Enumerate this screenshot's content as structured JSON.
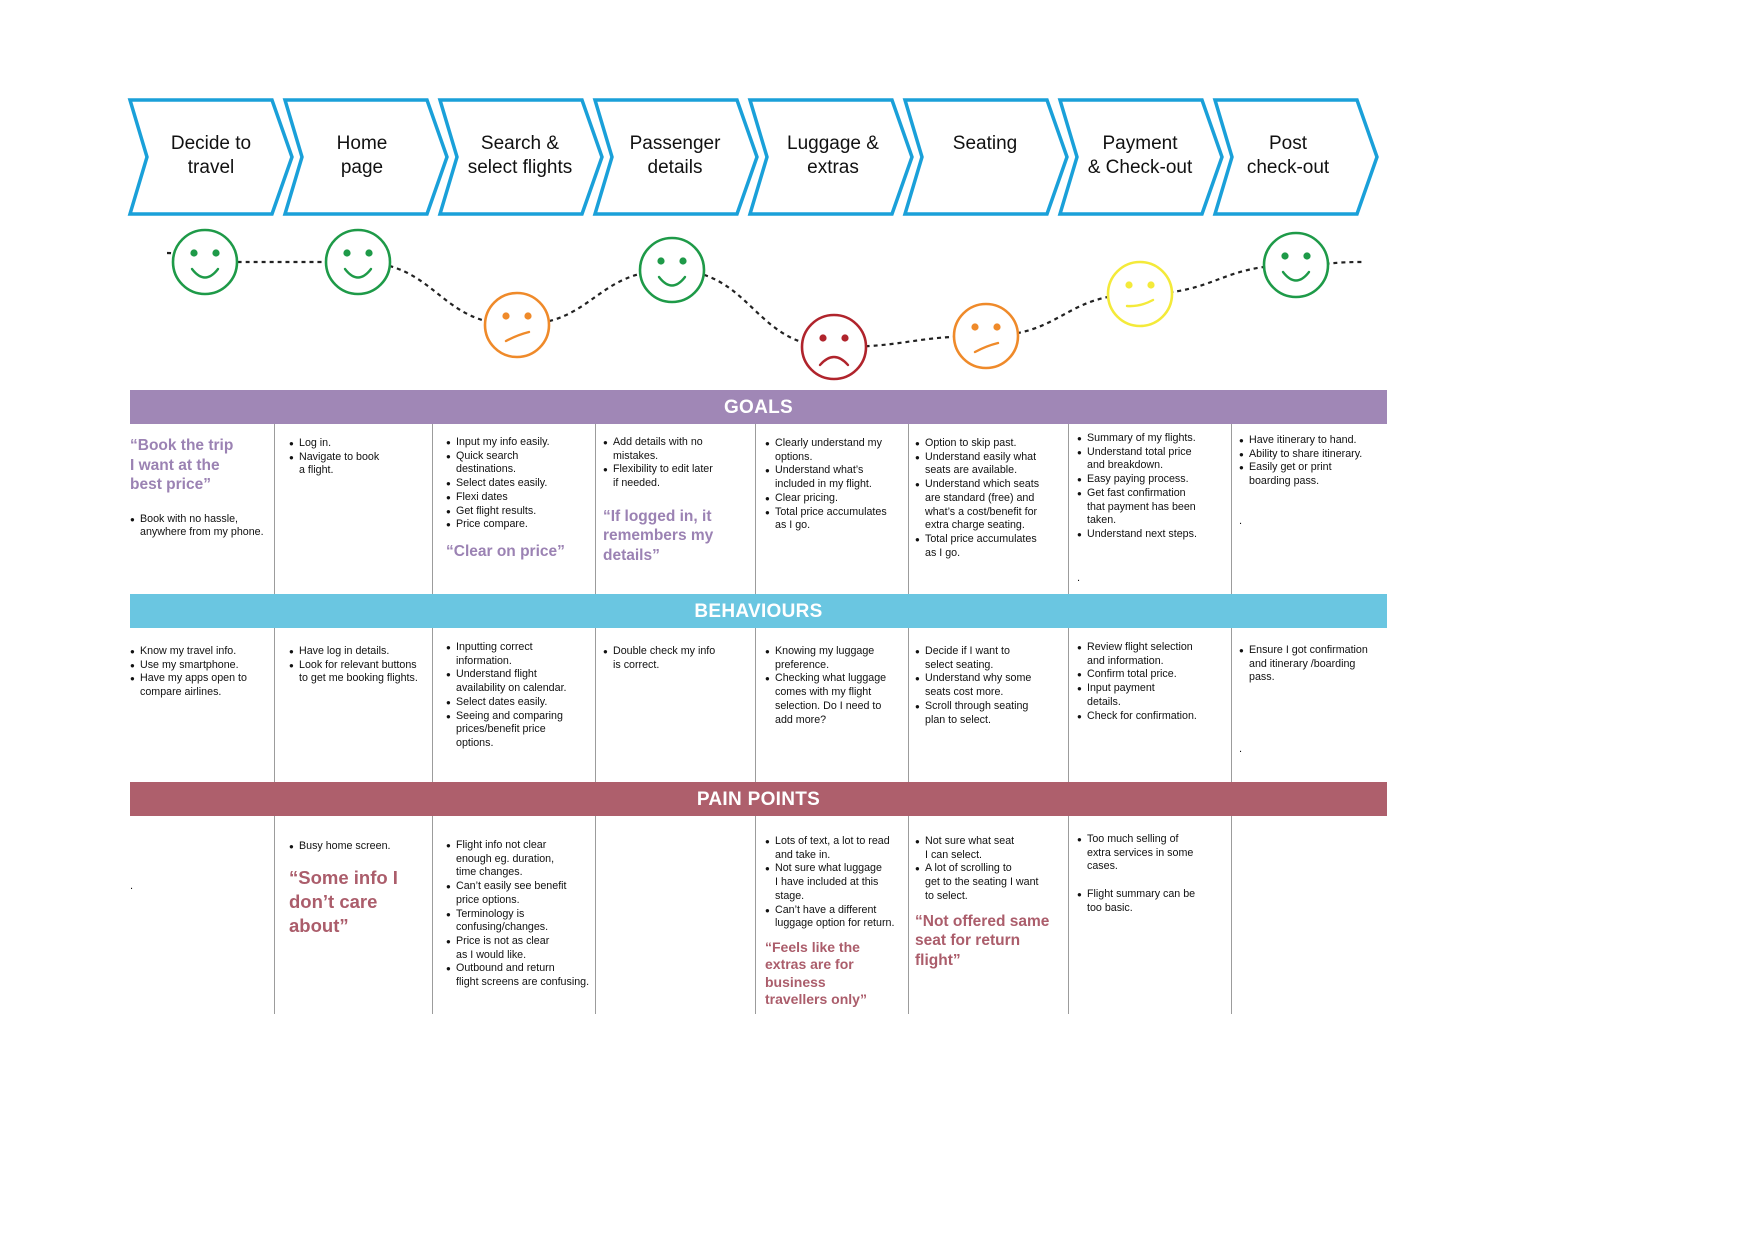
{
  "stages": [
    {
      "line1": "Decide to",
      "line2": "travel",
      "mood": "happy",
      "mood_color": "#1e9a48"
    },
    {
      "line1": "Home",
      "line2": "page",
      "mood": "happy",
      "mood_color": "#1e9a48"
    },
    {
      "line1": "Search &",
      "line2": "select flights",
      "mood": "unsure",
      "mood_color": "#ef8a2a"
    },
    {
      "line1": "Passenger",
      "line2": "details",
      "mood": "happy",
      "mood_color": "#1e9a48"
    },
    {
      "line1": "Luggage &",
      "line2": "extras",
      "mood": "sad",
      "mood_color": "#b0242c"
    },
    {
      "line1": "Seating",
      "line2": "",
      "mood": "unsure",
      "mood_color": "#ef8a2a"
    },
    {
      "line1": "Payment",
      "line2": "& Check-out",
      "mood": "neutral",
      "mood_color": "#f4ea3a"
    },
    {
      "line1": "Post",
      "line2": "check-out",
      "mood": "happy",
      "mood_color": "#1e9a48"
    }
  ],
  "colors": {
    "arrow_border": "#1aa0d9",
    "goals": "#a087b6",
    "behaviours": "#6ac6e1",
    "pain_points": "#ae5f6c"
  },
  "sections": {
    "goals": "GOALS",
    "behaviours": "BEHAVIOURS",
    "pain_points": "PAIN POINTS"
  },
  "goals": [
    {
      "quote": "“Book the trip\nI want at the\nbest price”",
      "items": [
        "Book with no hassle,\nanywhere from my phone."
      ]
    },
    {
      "items": [
        "Log in.",
        "Navigate to book\na flight."
      ]
    },
    {
      "items": [
        "Input my info easily.",
        "Quick search\ndestinations.",
        "Select dates easily.",
        "Flexi dates",
        "Get flight results.",
        "Price compare."
      ],
      "quote": "“Clear on price”"
    },
    {
      "items": [
        "Add details with no\nmistakes.",
        "Flexibility to edit later\nif needed."
      ],
      "quote": "“If logged in, it\nremembers my\ndetails”"
    },
    {
      "items": [
        "Clearly understand my\noptions.",
        "Understand what’s\nincluded in my flight.",
        "Clear pricing.",
        "Total price accumulates\nas I go."
      ]
    },
    {
      "items": [
        "Option to skip past.",
        "Understand easily what\nseats are available.",
        "Understand which seats\nare standard (free) and\nwhat’s a cost/benefit for\nextra charge seating.",
        "Total price accumulates\nas I go."
      ]
    },
    {
      "items": [
        "Summary of my flights.",
        "Understand total price\nand breakdown.",
        "Easy paying process.",
        "Get fast confirmation\nthat payment has been\ntaken.",
        "Understand next steps."
      ],
      "dot": "."
    },
    {
      "items": [
        "Have itinerary to hand.",
        "Ability to share itinerary.",
        "Easily get or print\nboarding pass."
      ],
      "dot": "."
    }
  ],
  "behaviours": [
    {
      "items": [
        "Know my travel info.",
        "Use my smartphone.",
        "Have my apps open to\ncompare airlines."
      ]
    },
    {
      "items": [
        "Have log in details.",
        "Look for relevant buttons\nto get me booking flights."
      ]
    },
    {
      "items": [
        "Inputting correct\ninformation.",
        "Understand flight\navailability on calendar.",
        "Select dates easily.",
        "Seeing and comparing\n prices/benefit price\noptions."
      ]
    },
    {
      "items": [
        "Double check my info\nis correct."
      ]
    },
    {
      "items": [
        "Knowing my luggage\npreference.",
        "Checking what luggage\ncomes with my flight\nselection. Do I need to\nadd more?"
      ]
    },
    {
      "items": [
        "Decide if I want to\n select seating.",
        "Understand why some\nseats cost more.",
        "Scroll through seating\nplan to select."
      ]
    },
    {
      "items": [
        "Review flight selection\nand information.",
        "Confirm total price.",
        "Input payment\ndetails.",
        "Check for confirmation."
      ]
    },
    {
      "items": [
        "Ensure I got confirmation\nand itinerary /boarding\npass."
      ],
      "dot": "."
    }
  ],
  "pain_points": [
    {
      "dot": "."
    },
    {
      "items": [
        "Busy home screen."
      ],
      "quote": "“Some info I\ndon’t care\nabout”"
    },
    {
      "items": [
        "Flight info not clear\nenough eg. duration,\ntime changes.",
        "Can’t easily see benefit\nprice options.",
        "Terminology is\nconfusing/changes.",
        "Price is not as clear\nas I would like.",
        "Outbound and return\nflight screens are confusing."
      ]
    },
    {},
    {
      "items": [
        "Lots of text, a lot to read\nand take in.",
        "Not sure what luggage\nI have included at this\nstage.",
        "Can’t have a different\nluggage option for return."
      ],
      "quote": "“Feels like the\nextras are for\nbusiness\ntravellers only”"
    },
    {
      "items": [
        "Not sure what seat\nI can select.",
        "A lot of scrolling to\nget to the seating I want\nto select."
      ],
      "quote": "“Not offered same\nseat for return\nflight”"
    },
    {
      "items": [
        "Too much selling of\nextra services in some\ncases.",
        "Flight summary can be\ntoo basic."
      ]
    },
    {}
  ]
}
